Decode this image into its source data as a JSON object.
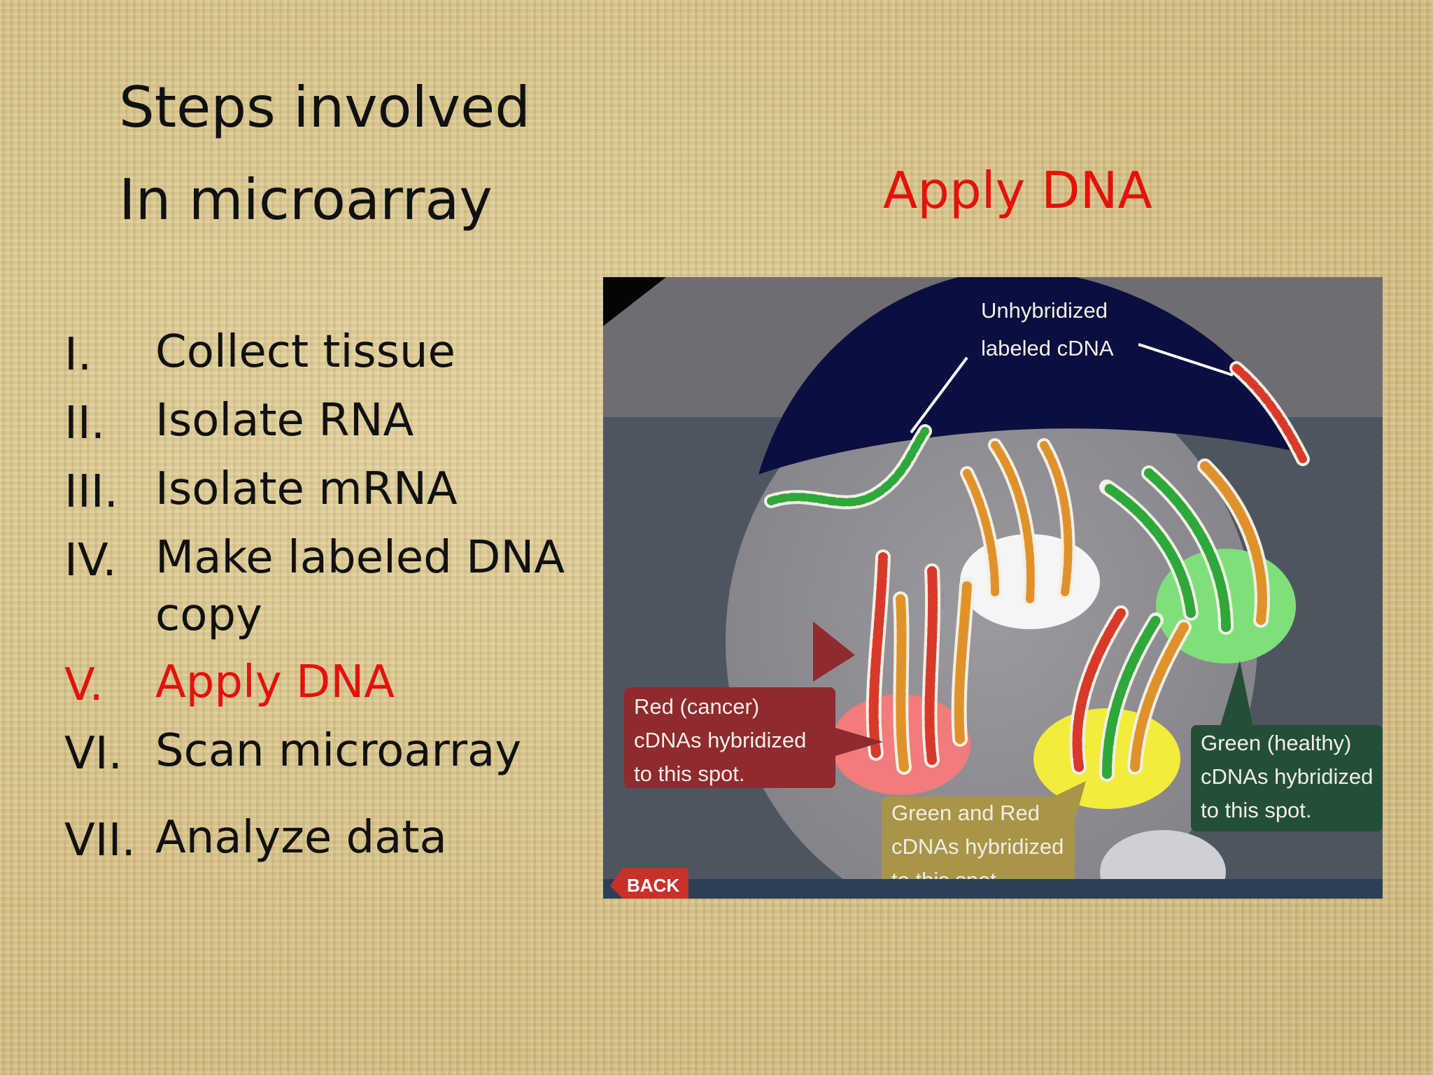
{
  "title": {
    "line1": "Steps involved",
    "line2": "In microarray"
  },
  "subheading": "Apply DNA",
  "steps": [
    {
      "num": "I.",
      "text": "Collect tissue"
    },
    {
      "num": "II.",
      "text": "Isolate RNA"
    },
    {
      "num": "III.",
      "text": "Isolate mRNA"
    },
    {
      "num": "IV.",
      "text": "Make labeled DNA",
      "text2": "copy"
    },
    {
      "num": "V.",
      "text": "Apply DNA",
      "active": true
    },
    {
      "num": "VI.",
      "text": "Scan microarray"
    },
    {
      "num": "VII.",
      "text": "Analyze data"
    }
  ],
  "figure": {
    "unhybridized": {
      "line1": "Unhybridized",
      "line2": "labeled cDNA"
    },
    "red": {
      "line1": "Red (cancer)",
      "line2": "cDNAs hybridized",
      "line3": "to this spot."
    },
    "mixed": {
      "line1": "Green and Red",
      "line2": "cDNAs hybridized",
      "line3": "to this spot."
    },
    "green": {
      "line1": "Green (healthy)",
      "line2": "cDNAs hybridized",
      "line3": "to this spot."
    },
    "back_label": "BACK"
  },
  "colors": {
    "accent": "#e3120b",
    "text": "#111111",
    "red_spot": "#f27b7b",
    "yellow_spot": "#f3ec3a",
    "green_spot": "#7fe07a",
    "white_spot": "#f5f5f5",
    "dark_blue": "#0a0f40"
  }
}
